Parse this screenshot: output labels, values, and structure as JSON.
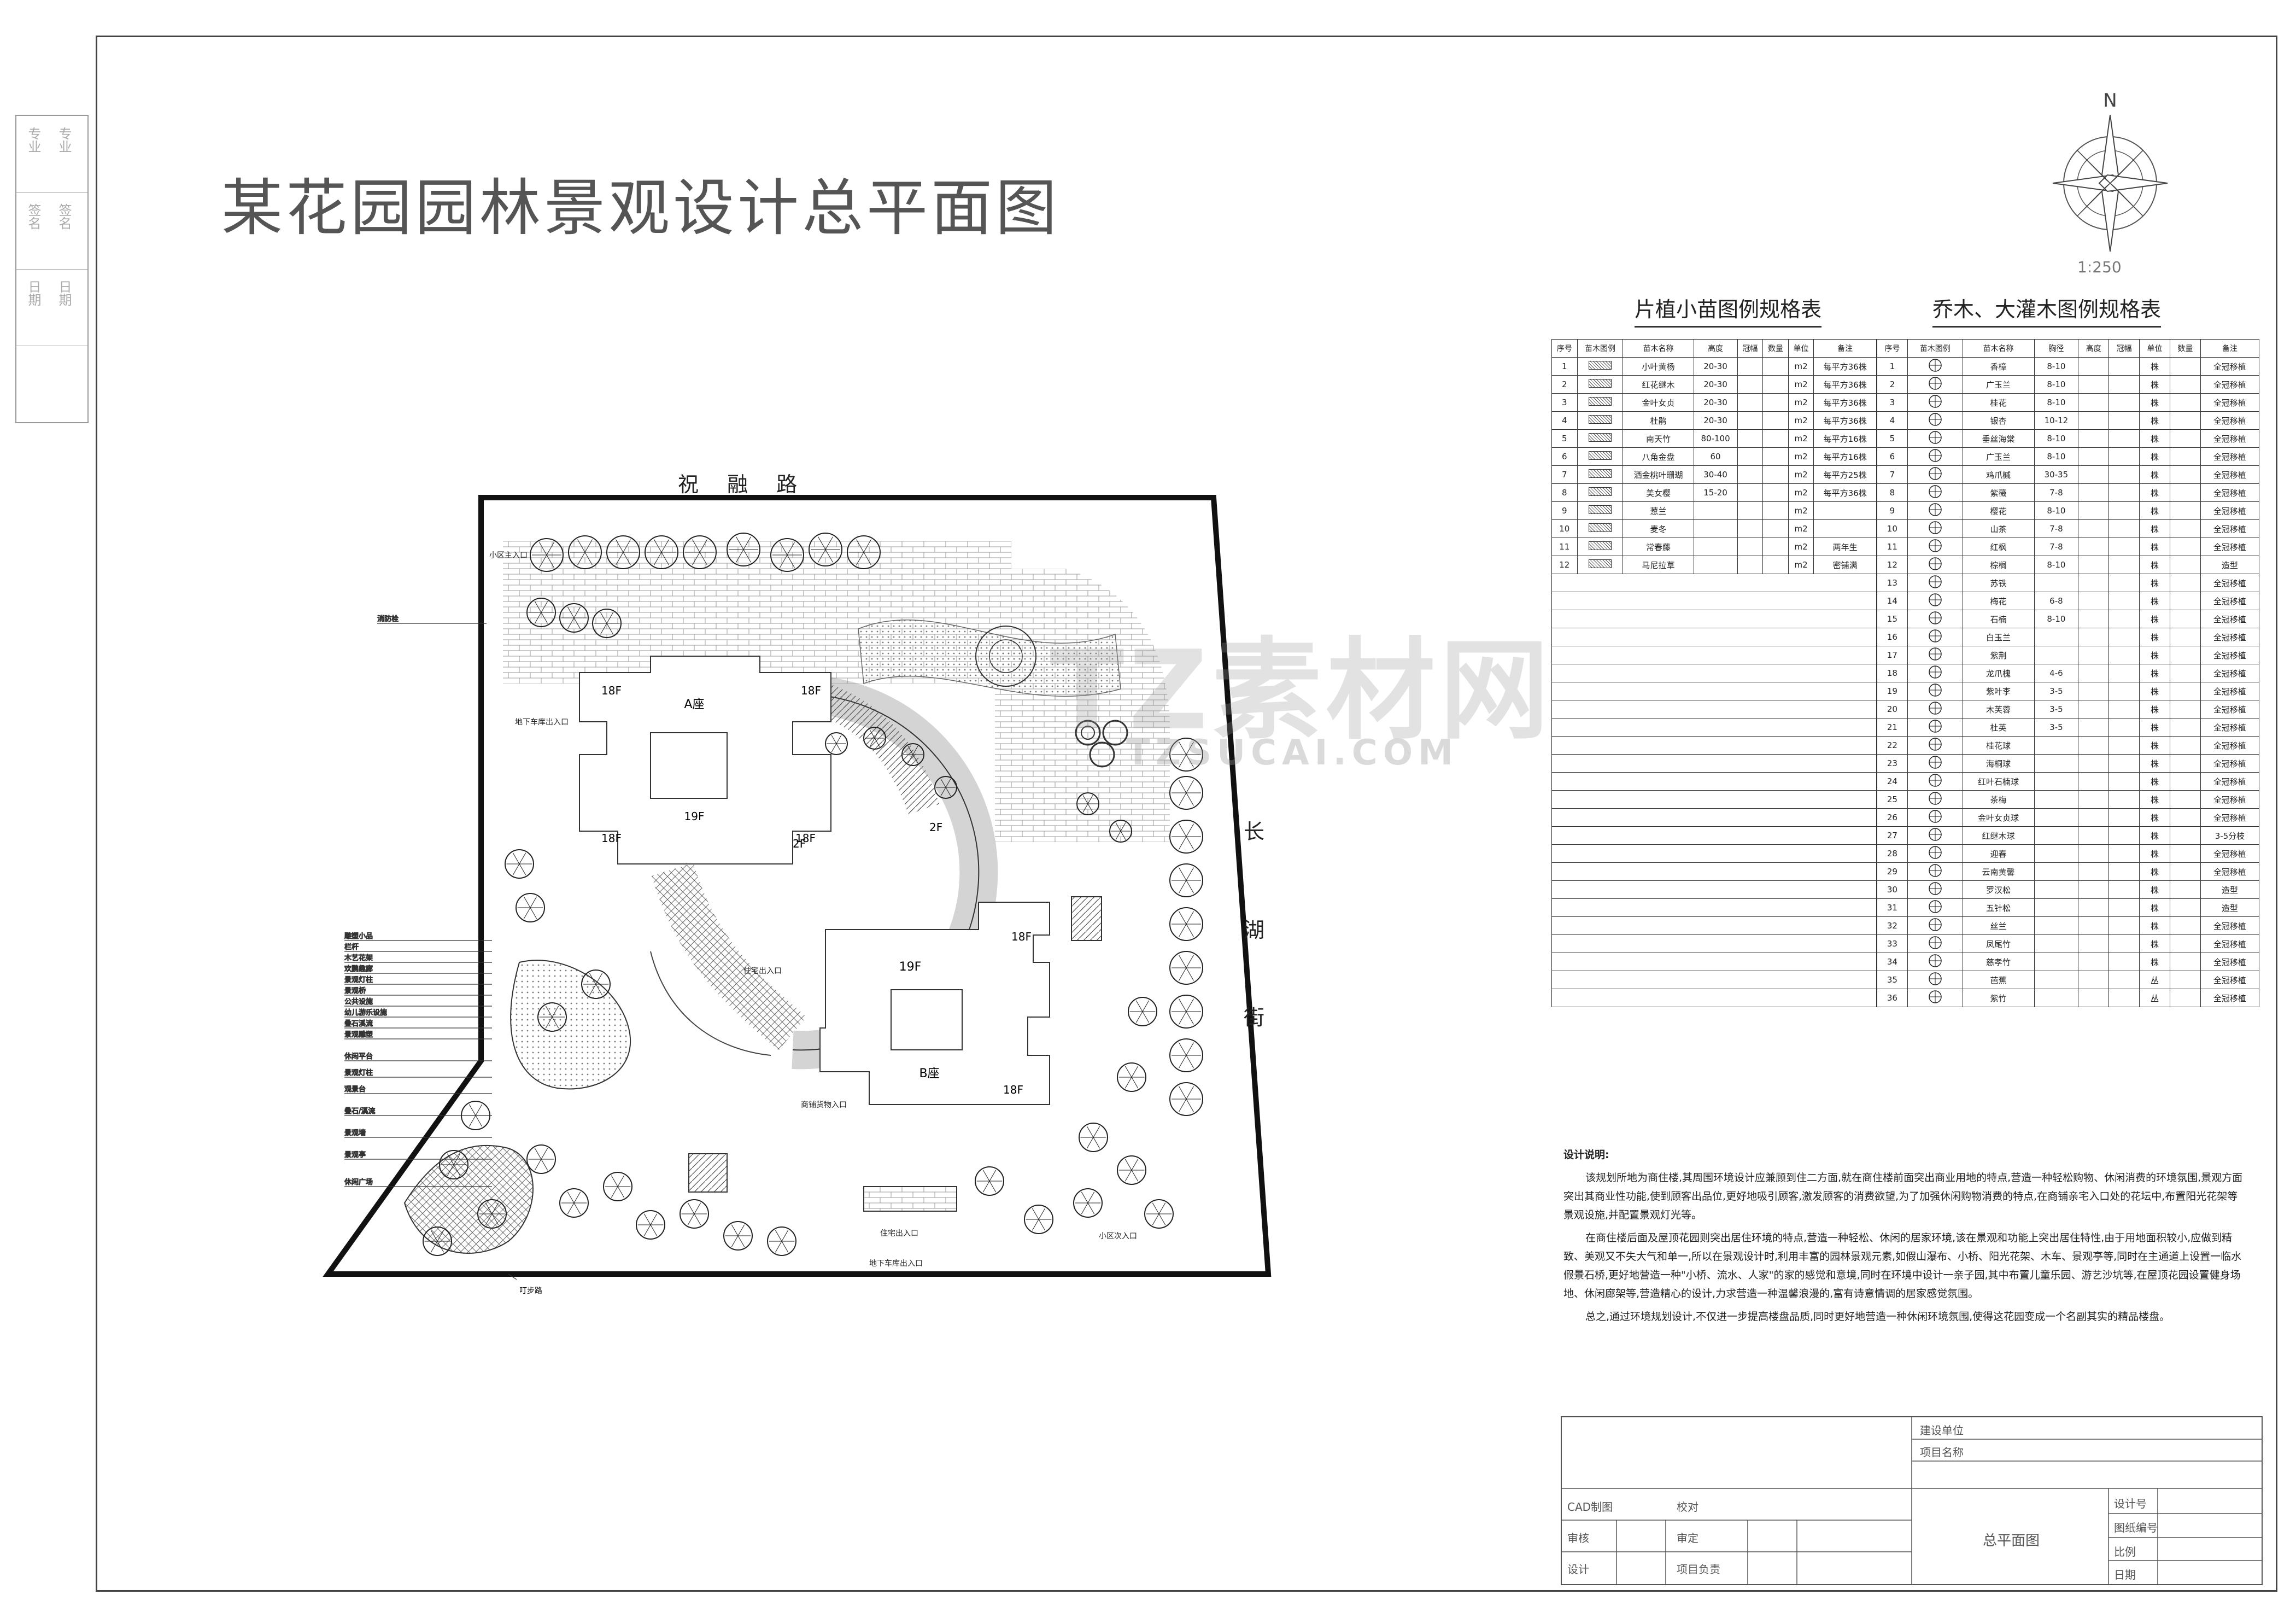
{
  "title": "某花园园林景观设计总平面图",
  "north": "N",
  "scale": "1:250",
  "roads": {
    "north": "祝 融 路",
    "east": [
      "长",
      "湖",
      "街"
    ]
  },
  "watermark": {
    "main": "TZ素材网",
    "sub": "TZSUCAI.COM"
  },
  "plan_labels": {
    "building_a": "A座",
    "building_b": "B座",
    "floors": [
      "18F",
      "18F",
      "19F",
      "18F",
      "18F",
      "19F",
      "18F",
      "18F",
      "2F",
      "2F"
    ],
    "entrances": [
      "小区主入口",
      "地下车库出入口",
      "住宅出入口",
      "商铺货物入口",
      "住宅出入口",
      "地下车库出入口",
      "小区次入口"
    ],
    "left_callouts": [
      "消防栓",
      "雕塑小品",
      "栏杆",
      "木艺花架",
      "欢鹏趣廊",
      "景观灯柱",
      "景观桥",
      "公共设施",
      "幼儿游乐设施",
      "叠石溪流",
      "景观雕塑",
      "休闲平台",
      "景观灯柱",
      "观景台",
      "叠石/溪流",
      "景观墙",
      "景观亭",
      "休闲广场"
    ],
    "bottom_callouts": [
      "叮步路"
    ]
  },
  "tables": {
    "small": {
      "title": "片植小苗图例规格表",
      "header": [
        "序号",
        "苗木图例",
        "苗木名称",
        "高度",
        "冠幅",
        "数量",
        "单位",
        "备注"
      ],
      "rows": [
        [
          "1",
          "小叶黄杨",
          "20-30",
          "m2",
          "每平方36株"
        ],
        [
          "2",
          "红花继木",
          "20-30",
          "m2",
          "每平方36株"
        ],
        [
          "3",
          "金叶女贞",
          "20-30",
          "m2",
          "每平方36株"
        ],
        [
          "4",
          "杜鹃",
          "20-30",
          "m2",
          "每平方36株"
        ],
        [
          "5",
          "南天竹",
          "80-100",
          "m2",
          "每平方16株"
        ],
        [
          "6",
          "八角金盘",
          "60",
          "m2",
          "每平方16株"
        ],
        [
          "7",
          "洒金桃叶珊瑚",
          "30-40",
          "m2",
          "每平方25株"
        ],
        [
          "8",
          "美女樱",
          "15-20",
          "m2",
          "每平方36株"
        ],
        [
          "9",
          "葱兰",
          "",
          "m2",
          ""
        ],
        [
          "10",
          "麦冬",
          "",
          "m2",
          ""
        ],
        [
          "11",
          "常春藤",
          "",
          "m2",
          "两年生"
        ],
        [
          "12",
          "马尼拉草",
          "",
          "m2",
          "密铺满"
        ]
      ]
    },
    "large": {
      "title": "乔木、大灌木图例规格表",
      "header": [
        "序号",
        "苗木图例",
        "苗木名称",
        "胸径",
        "高度",
        "冠幅",
        "单位",
        "数量",
        "备注"
      ],
      "rows": [
        [
          "1",
          "香樟",
          "8-10",
          "株",
          "全冠移植"
        ],
        [
          "2",
          "广玉兰",
          "8-10",
          "株",
          "全冠移植"
        ],
        [
          "3",
          "桂花",
          "8-10",
          "株",
          "全冠移植"
        ],
        [
          "4",
          "银杏",
          "10-12",
          "株",
          "全冠移植"
        ],
        [
          "5",
          "垂丝海棠",
          "8-10",
          "株",
          "全冠移植"
        ],
        [
          "6",
          "广玉兰",
          "8-10",
          "株",
          "全冠移植"
        ],
        [
          "7",
          "鸡爪槭",
          "30-35",
          "株",
          "全冠移植"
        ],
        [
          "8",
          "紫薇",
          "7-8",
          "株",
          "全冠移植"
        ],
        [
          "9",
          "樱花",
          "8-10",
          "株",
          "全冠移植"
        ],
        [
          "10",
          "山茶",
          "7-8",
          "株",
          "全冠移植"
        ],
        [
          "11",
          "红枫",
          "7-8",
          "株",
          "全冠移植"
        ],
        [
          "12",
          "棕榈",
          "8-10",
          "株",
          "造型"
        ],
        [
          "13",
          "苏铁",
          "",
          "株",
          "全冠移植"
        ],
        [
          "14",
          "梅花",
          "6-8",
          "株",
          "全冠移植"
        ],
        [
          "15",
          "石楠",
          "8-10",
          "株",
          "全冠移植"
        ],
        [
          "16",
          "白玉兰",
          "",
          "株",
          "全冠移植"
        ],
        [
          "17",
          "紫荆",
          "",
          "株",
          "全冠移植"
        ],
        [
          "18",
          "龙爪槐",
          "4-6",
          "株",
          "全冠移植"
        ],
        [
          "19",
          "紫叶李",
          "3-5",
          "株",
          "全冠移植"
        ],
        [
          "20",
          "木芙蓉",
          "3-5",
          "株",
          "全冠移植"
        ],
        [
          "21",
          "杜英",
          "3-5",
          "株",
          "全冠移植"
        ],
        [
          "22",
          "桂花球",
          "",
          "株",
          "全冠移植"
        ],
        [
          "23",
          "海桐球",
          "",
          "株",
          "全冠移植"
        ],
        [
          "24",
          "红叶石楠球",
          "",
          "株",
          "全冠移植"
        ],
        [
          "25",
          "茶梅",
          "",
          "株",
          "全冠移植"
        ],
        [
          "26",
          "金叶女贞球",
          "",
          "株",
          "全冠移植"
        ],
        [
          "27",
          "红继木球",
          "",
          "株",
          "3-5分枝"
        ],
        [
          "28",
          "迎春",
          "",
          "株",
          "全冠移植"
        ],
        [
          "29",
          "云南黄馨",
          "",
          "株",
          "全冠移植"
        ],
        [
          "30",
          "罗汉松",
          "",
          "株",
          "造型"
        ],
        [
          "31",
          "五针松",
          "",
          "株",
          "造型"
        ],
        [
          "32",
          "丝兰",
          "",
          "株",
          "全冠移植"
        ],
        [
          "33",
          "凤尾竹",
          "",
          "株",
          "全冠移植"
        ],
        [
          "34",
          "慈孝竹",
          "",
          "株",
          "全冠移植"
        ],
        [
          "35",
          "芭蕉",
          "",
          "丛",
          "全冠移植"
        ],
        [
          "36",
          "紫竹",
          "",
          "丛",
          "全冠移植"
        ]
      ]
    }
  },
  "notes": {
    "heading": "设计说明:",
    "paragraphs": [
      "该规划所地为商住楼,其周围环境设计应兼顾到住二方面,就在商住楼前面突出商业用地的特点,营造一种轻松购物、休闲消费的环境氛围,景观方面突出其商业性功能,使到顾客出品位,更好地吸引顾客,激发顾客的消费欲望,为了加强休闲购物消费的特点,在商铺亲宅入口处的花坛中,布置阳光花架等景观设施,并配置景观灯光等。",
      "在商住楼后面及屋顶花园则突出居住环境的特点,营造一种轻松、休闲的居家环境,该在景观和功能上突出居住特性,由于用地面积较小,应做到精致、美观又不失大气和单一,所以在景观设计时,利用丰富的园林景观元素,如假山瀑布、小桥、阳光花架、木车、景观亭等,同时在主通道上设置一临水假景石桥,更好地营造一种\"小桥、流水、人家\"的家的感觉和意境,同时在环境中设计一亲子园,其中布置儿童乐园、游艺沙坑等,在屋顶花园设置健身场地、休闲廊架等,营造精心的设计,力求营造一种温馨浪漫的,富有诗意情调的居家感觉氛围。",
      "总之,通过环境规划设计,不仅进一步提高楼盘品质,同时更好地营造一种休闲环境氛围,使得这花园变成一个名副其实的精品楼盘。"
    ]
  },
  "title_block": {
    "labels": [
      "建设单位",
      "项目名称",
      "CAD制图",
      "校对",
      "审核",
      "设计",
      "审定",
      "项目负责",
      "总平面图",
      "设计号",
      "图纸编号",
      "比例",
      "日期"
    ]
  },
  "side_panel": [
    "专业",
    "签名",
    "日期",
    "专业",
    "签名",
    "日期"
  ]
}
